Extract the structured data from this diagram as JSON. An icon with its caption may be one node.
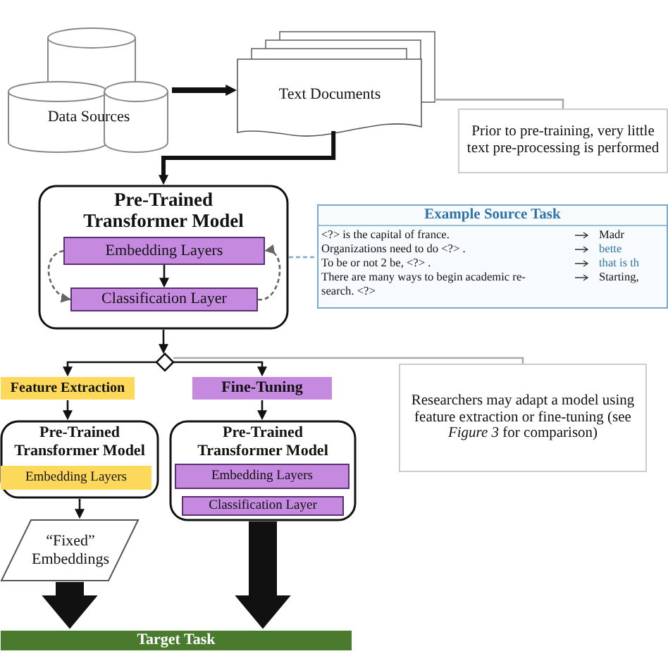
{
  "diagram": {
    "nodes": [
      {
        "text": [
          "Data Sources"
        ]
      },
      {
        "text": [
          "Text Documents"
        ]
      },
      {
        "text": [
          "Prior to pre-training, very little text pre-processing is performed"
        ]
      },
      {
        "text": [
          "Pre-Trained Transformer Model"
        ]
      },
      {
        "text": [
          "Embedding Layers"
        ],
        "in": 3
      },
      {
        "text": [
          "Classification Layer"
        ],
        "in": 3
      },
      {
        "text": [
          "Example Source Task",
          "<?> is the capital of france.",
          "Organizations need to do <?> .",
          "To be or not 2 be, <?> .",
          "There are many ways to begin academic re-search. <?>",
          "Madr",
          "bette",
          "that is th",
          "Starting,"
        ]
      },
      {
        "text": [],
        "shape": "diamond"
      },
      {
        "text": [
          "Feature Extraction"
        ]
      },
      {
        "text": [
          "Fine-Tuning"
        ]
      },
      {
        "text": [
          "Pre-Trained Transformer Model"
        ]
      },
      {
        "text": [
          "Embedding Layers"
        ],
        "in": 10
      },
      {
        "text": [
          "Pre-Trained Transformer Model"
        ]
      },
      {
        "text": [
          "Embedding Layers"
        ],
        "in": 12
      },
      {
        "text": [
          "Classification Layer"
        ],
        "in": 12
      },
      {
        "text": [
          "“Fixed” Embeddings"
        ]
      },
      {
        "text": [
          "Target Task"
        ]
      },
      {
        "text": [
          "Researchers may adapt a model using feature extraction or fine-tuning (see *Figure 3* for comparison)"
        ]
      }
    ],
    "edges": [
      {
        "from": 0,
        "to": 1,
        "arrow": "to",
        "style": "thick"
      },
      {
        "from": 1,
        "to": 3,
        "arrow": "to",
        "style": "thick"
      },
      {
        "from": 1,
        "to": 2,
        "arrow": "none",
        "color": "#aaaaaa"
      },
      {
        "from": 4,
        "to": 5,
        "arrow": "to"
      },
      {
        "from": 4,
        "to": 5,
        "arrow": "to",
        "style": "dashed",
        "color": "#666666"
      },
      {
        "from": 5,
        "to": 4,
        "arrow": "to",
        "style": "dashed",
        "color": "#666666"
      },
      {
        "from": 3,
        "to": 6,
        "arrow": "none",
        "style": "dashed",
        "color": "#7aaac8"
      },
      {
        "from": 3,
        "to": 7,
        "arrow": "to"
      },
      {
        "from": 7,
        "to": 8,
        "arrow": "to"
      },
      {
        "from": 7,
        "to": 9,
        "arrow": "to"
      },
      {
        "from": 8,
        "to": 10,
        "arrow": "to"
      },
      {
        "from": 9,
        "to": 12,
        "arrow": "to"
      },
      {
        "from": 10,
        "to": 15,
        "arrow": "to"
      },
      {
        "from": 15,
        "to": 16,
        "arrow": "to",
        "style": "thick"
      },
      {
        "from": 12,
        "to": 16,
        "arrow": "to",
        "style": "thick"
      },
      {
        "from": 7,
        "to": 17,
        "arrow": "none",
        "color": "#aaaaaa"
      }
    ]
  }
}
